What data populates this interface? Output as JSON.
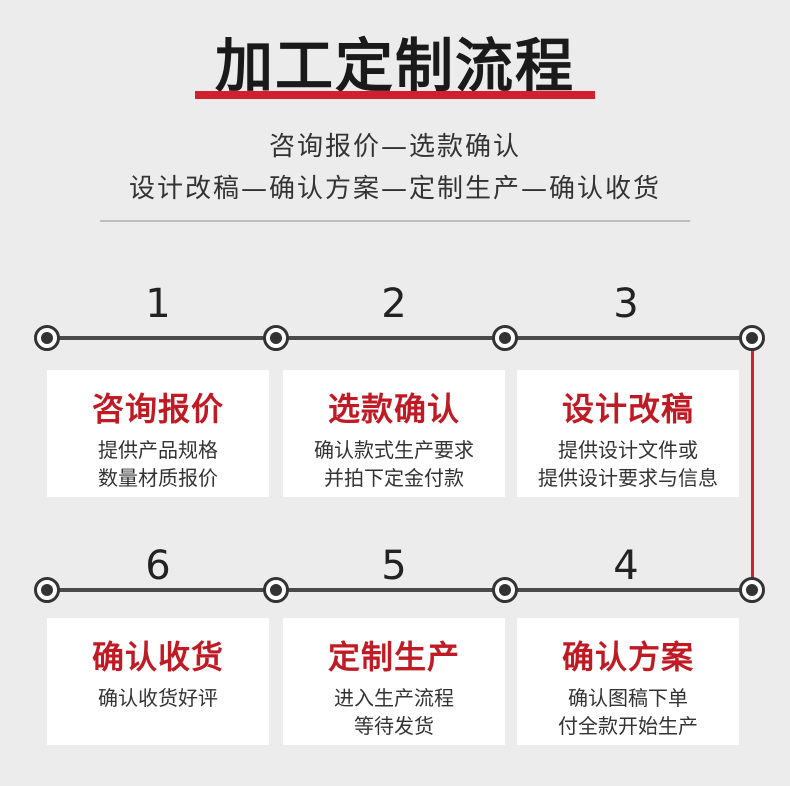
{
  "title": "加工定制流程",
  "subtitle_line1": "咨询报价—选款确认",
  "subtitle_line2": "设计改稿—确认方案—定制生产—确认收货",
  "steps": [
    {
      "num": "1",
      "title": "咨询报价",
      "desc1": "提供产品规格",
      "desc2": "数量材质报价"
    },
    {
      "num": "2",
      "title": "选款确认",
      "desc1": "确认款式生产要求",
      "desc2": "并拍下定金付款"
    },
    {
      "num": "3",
      "title": "设计改稿",
      "desc1": "提供设计文件或",
      "desc2": "提供设计要求与信息"
    },
    {
      "num": "4",
      "title": "确认方案",
      "desc1": "确认图稿下单",
      "desc2": "付全款开始生产"
    },
    {
      "num": "5",
      "title": "定制生产",
      "desc1": "进入生产流程",
      "desc2": "等待发货"
    },
    {
      "num": "6",
      "title": "确认收货",
      "desc1": "确认收货好评",
      "desc2": ""
    }
  ],
  "colors": {
    "accent": "#d0202e",
    "title_red": "#c01a24",
    "line": "#4a4a4a"
  }
}
